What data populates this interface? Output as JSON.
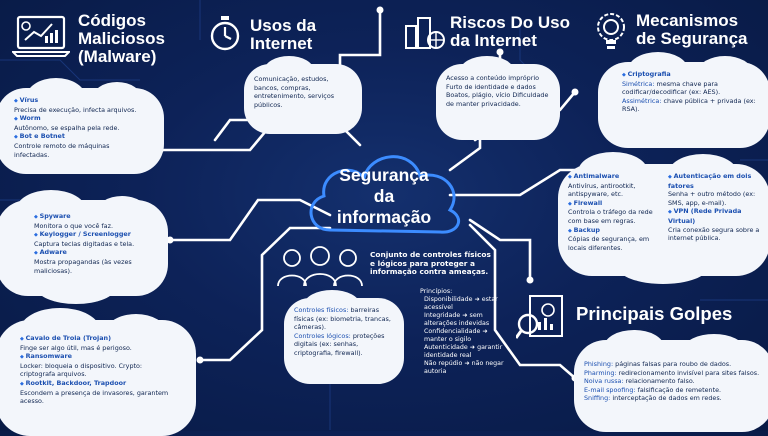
{
  "center": {
    "title_line1": "Segurança",
    "title_line2": "da",
    "title_line3": "informação"
  },
  "definition": "Conjunto de controles físicos e lógicos para proteger a informação contra ameaças.",
  "principles": {
    "heading": "Princípios:",
    "items": [
      "Disponibilidade ➜ estar acessível",
      "Integridade ➜ sem alterações indevidas",
      "Confidencialidade ➜ manter o sigilo",
      "Autenticidade ➜ garantir identidade real",
      "Não repúdio ➜ não negar autoria"
    ]
  },
  "malware": {
    "title": "Códigos Maliciosos (Malware)",
    "cloud1": [
      {
        "b": "Vírus",
        "t": "Precisa de execução, infecta arquivos."
      },
      {
        "b": "Worm",
        "t": "Autônomo, se espalha pela rede."
      },
      {
        "b": "Bot e Botnet",
        "t": "Controle remoto de máquinas infectadas."
      }
    ],
    "cloud2": [
      {
        "b": "Spyware",
        "t": "Monitora o que você faz."
      },
      {
        "b": "Keylogger / Screenlogger",
        "t": "Captura teclas digitadas e tela."
      },
      {
        "b": "Adware",
        "t": "Mostra propagandas (às vezes maliciosas)."
      }
    ],
    "cloud3": [
      {
        "b": "Cavalo de Troia (Trojan)",
        "t": "Finge ser algo útil, mas é perigoso."
      },
      {
        "b": "Ransomware",
        "t": "Locker: bloqueia o dispositivo. Crypto: criptografa arquivos."
      },
      {
        "b": "Rootkit, Backdoor, Trapdoor",
        "t": "Escondem a presença de invasores, garantem acesso."
      }
    ]
  },
  "usos": {
    "title": "Usos da Internet",
    "text": "Comunicação, estudos, bancos, compras, entretenimento, serviços públicos."
  },
  "riscos": {
    "title": "Riscos Do Uso da Internet",
    "text": "Acesso a conteúdo impróprio Furto de identidade e dados Boatos, plágio, vício Dificuldade de manter privacidade."
  },
  "mecanismos": {
    "title": "Mecanismos de Segurança",
    "cripto_b": "Criptografia",
    "cripto_sim_b": "Simétrica:",
    "cripto_sim_t": "mesma chave para codificar/decodificar (ex: AES).",
    "cripto_asi_b": "Assimétrica:",
    "cripto_asi_t": "chave pública + privada (ex: RSA).",
    "left": [
      {
        "b": "Antimalware",
        "t": "Antivírus, antirootkit, antispyware, etc."
      },
      {
        "b": "Firewall",
        "t": "Controla o tráfego da rede com base em regras."
      },
      {
        "b": "Backup",
        "t": "Cópias de segurança, em locais diferentes."
      }
    ],
    "right": [
      {
        "b": "Autenticação em dois fatores",
        "t": "Senha + outro método (ex: SMS, app, e-mail)."
      },
      {
        "b": "VPN (Rede Privada Virtual)",
        "t": "Cria conexão segura sobre a internet pública."
      }
    ]
  },
  "controles": {
    "fis_b": "Controles físicos:",
    "fis_t": "barreiras físicas (ex: biometria, trancas, câmeras).",
    "log_b": "Controles lógicos:",
    "log_t": "proteções digitais (ex: senhas, criptografia, firewall)."
  },
  "golpes": {
    "title": "Principais Golpes",
    "items": [
      {
        "b": "Phishing:",
        "t": "páginas falsas para roubo de dados."
      },
      {
        "b": "Pharming:",
        "t": "redirecionamento invisível para sites falsos."
      },
      {
        "b": "Noiva russa:",
        "t": "relacionamento falso."
      },
      {
        "b": "E-mail spoofing:",
        "t": "falsificação de remetente."
      },
      {
        "b": "Sniffing:",
        "t": "interceptação de dados em redes."
      }
    ]
  },
  "colors": {
    "bg": "#0d2258",
    "accent": "#2a6de0",
    "cloud": "#f3f6fb",
    "text": "#0f2550"
  }
}
